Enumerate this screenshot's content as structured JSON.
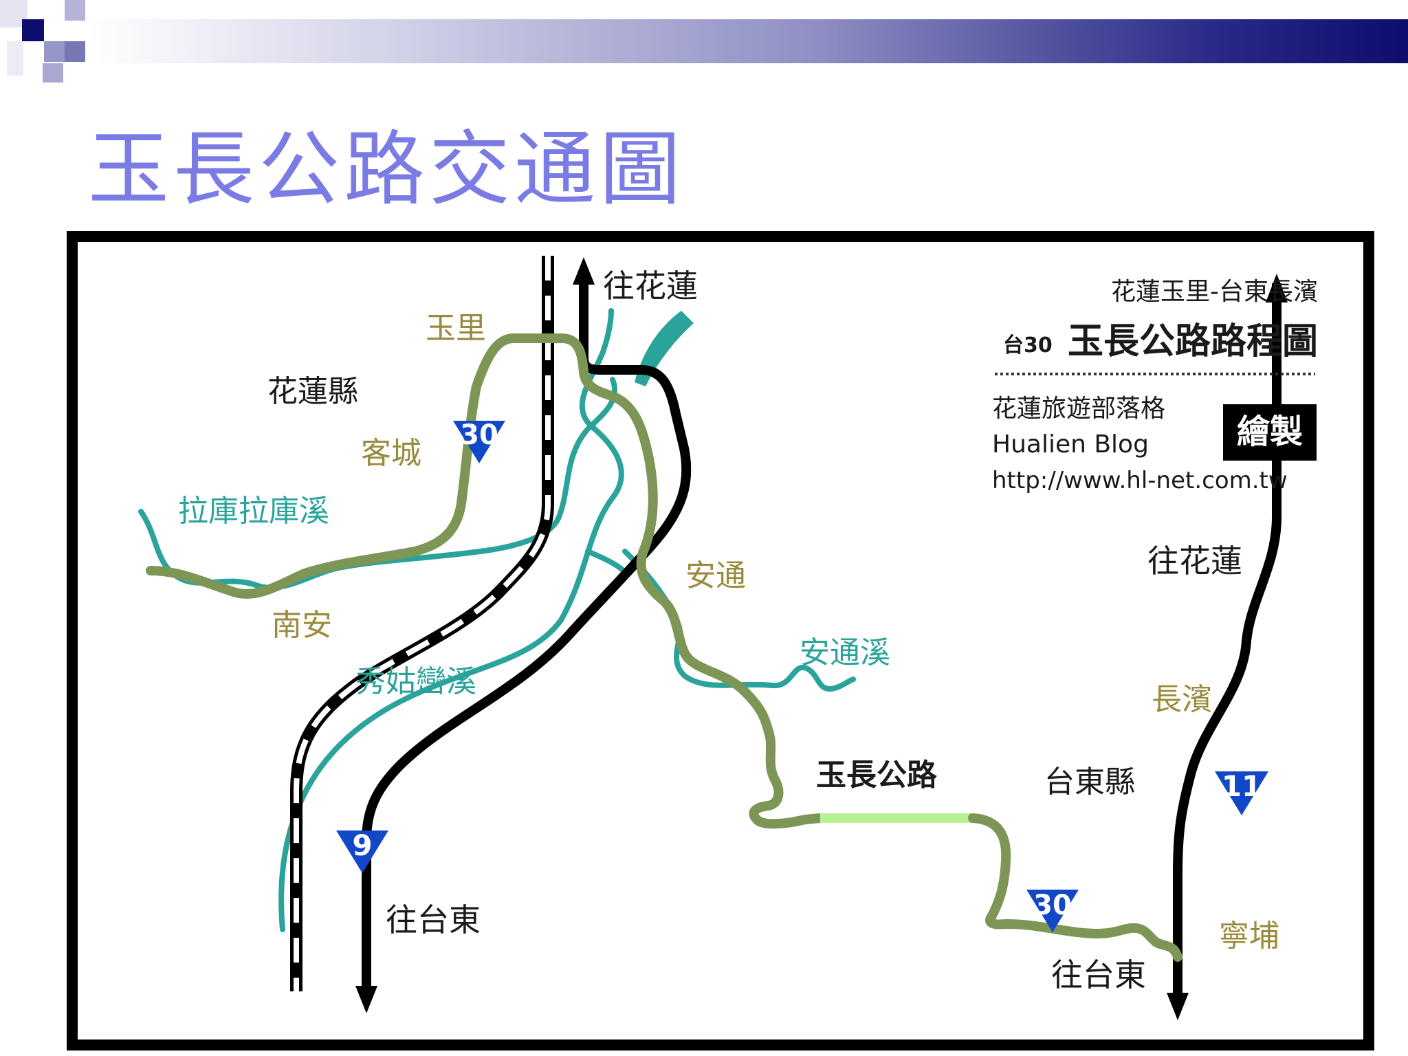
{
  "slide": {
    "title": "玉長公路交通圖"
  },
  "map": {
    "credit": {
      "subtitle": "花蓮玉里-台東長濱",
      "prefix": "台30",
      "title": "玉長公路路程圖",
      "author": "花蓮旅遊部落格",
      "author_en": "Hualien Blog",
      "url": "http://www.hl-net.com.tw",
      "stamp": "繪製"
    },
    "places": {
      "yuli": "玉里",
      "hualien_county": "花蓮縣",
      "kecheng": "客城",
      "lakulaku": "拉庫拉庫溪",
      "nanan": "南安",
      "xiuguluan": "秀姑巒溪",
      "antong": "安通",
      "antong_creek": "安通溪",
      "yuchang_road": "玉長公路",
      "taitung_county": "台東縣",
      "changbin": "長濱",
      "ningpu": "寧埔"
    },
    "directions": {
      "north_center": "往花蓮",
      "south_center": "往台東",
      "north_east": "往花蓮",
      "south_east": "往台東"
    },
    "shields": {
      "route30_top": "30",
      "route9": "9",
      "route30_bottom": "30",
      "route11": "11"
    },
    "colors": {
      "road30": "#7d9656",
      "road30_new": "#b8f094",
      "river": "#2aa39b",
      "highway": "#000000",
      "shield": "#1247c8",
      "label_gold": "#9a8a3c",
      "label_teal": "#2aa39b",
      "title": "#7b7be6"
    }
  }
}
